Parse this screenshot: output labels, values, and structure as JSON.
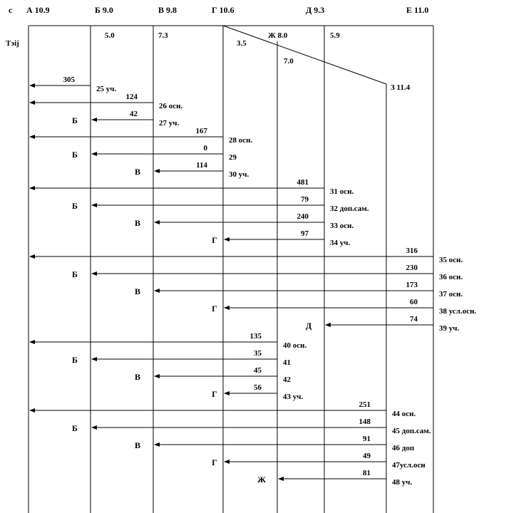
{
  "corner_label": "с",
  "axis_label": "Тэij",
  "headers": [
    {
      "id": "A",
      "text": "А 10.9"
    },
    {
      "id": "B",
      "text": "Б 9.0"
    },
    {
      "id": "V",
      "text": "В 9.8"
    },
    {
      "id": "G",
      "text": "Г 10.6"
    },
    {
      "id": "D",
      "text": "Д 9.3"
    },
    {
      "id": "E",
      "text": "Е 11.0"
    }
  ],
  "inner_nodes": [
    {
      "id": "ZH",
      "text": "Ж 8.0"
    },
    {
      "id": "Z",
      "text": "З 11.4"
    }
  ],
  "offsets": [
    {
      "id": "o_b",
      "text": "5.0"
    },
    {
      "id": "o_v",
      "text": "7.3"
    },
    {
      "id": "o_g",
      "text": "3.5"
    },
    {
      "id": "o_zh",
      "text": "7.0"
    },
    {
      "id": "o_d",
      "text": "5.9"
    }
  ],
  "works": [
    {
      "from": "B",
      "to": "A",
      "value": "305",
      "label": "25 уч.",
      "dep": ""
    },
    {
      "from": "V",
      "to": "A",
      "value": "124",
      "label": "26 осн.",
      "dep": ""
    },
    {
      "from": "V",
      "to": "B",
      "value": "42",
      "label": "27 уч.",
      "dep": "Б"
    },
    {
      "from": "G",
      "to": "A",
      "value": "167",
      "label": "28 осн.",
      "dep": ""
    },
    {
      "from": "G",
      "to": "B",
      "value": "0",
      "label": "29",
      "dep": "Б"
    },
    {
      "from": "G",
      "to": "V",
      "value": "114",
      "label": "30 уч.",
      "dep": "В"
    },
    {
      "from": "D",
      "to": "A",
      "value": "481",
      "label": "31 осн.",
      "dep": ""
    },
    {
      "from": "D",
      "to": "B",
      "value": "79",
      "label": "32 доп.сам.",
      "dep": "Б"
    },
    {
      "from": "D",
      "to": "V",
      "value": "240",
      "label": "33 осн.",
      "dep": "В"
    },
    {
      "from": "D",
      "to": "G",
      "value": "97",
      "label": "34 уч.",
      "dep": "Г"
    },
    {
      "from": "E",
      "to": "A",
      "value": "316",
      "label": "35 осн.",
      "dep": ""
    },
    {
      "from": "E",
      "to": "B",
      "value": "230",
      "label": "36 осн.",
      "dep": "Б"
    },
    {
      "from": "E",
      "to": "V",
      "value": "173",
      "label": "37 осн.",
      "dep": "В"
    },
    {
      "from": "E",
      "to": "G",
      "value": "60",
      "label": "38 усл.осн.",
      "dep": "Г"
    },
    {
      "from": "E",
      "to": "D",
      "value": "74",
      "label": "39 уч.",
      "dep": "Д"
    },
    {
      "from": "ZH",
      "to": "A",
      "value": "135",
      "label": "40 осн.",
      "dep": ""
    },
    {
      "from": "ZH",
      "to": "B",
      "value": "35",
      "label": "41",
      "dep": "Б"
    },
    {
      "from": "ZH",
      "to": "V",
      "value": "45",
      "label": "42",
      "dep": "В"
    },
    {
      "from": "ZH",
      "to": "G",
      "value": "56",
      "label": "43 уч.",
      "dep": "Г"
    },
    {
      "from": "Z",
      "to": "A",
      "value": "251",
      "label": "44 осн.",
      "dep": ""
    },
    {
      "from": "Z",
      "to": "B",
      "value": "148",
      "label": "45 доп.сам.",
      "dep": "Б"
    },
    {
      "from": "Z",
      "to": "V",
      "value": "91",
      "label": "46 доп",
      "dep": "В"
    },
    {
      "from": "Z",
      "to": "G",
      "value": "49",
      "label": "47усл.осн",
      "dep": "Г"
    },
    {
      "from": "Z",
      "to": "ZH",
      "value": "81",
      "label": "48 уч.",
      "dep": "Ж"
    }
  ]
}
